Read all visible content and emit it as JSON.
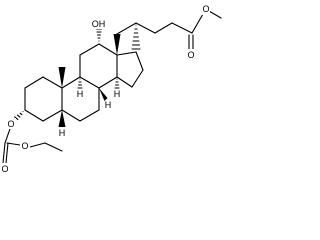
{
  "structure": {
    "atom_labels": {
      "ester_o_carbonyl": "O",
      "ester_o_methoxy": "O",
      "hydroxyl": "OH",
      "h_c8": "H",
      "h_c9": "H",
      "h_c14": "H",
      "h_c5": "H",
      "carbonate_o_c3": "O",
      "carbonate_o_carbonyl": "O",
      "carbonate_o_ethoxy": "O"
    }
  },
  "colors": {
    "bond": "#000000",
    "background": "#ffffff"
  }
}
